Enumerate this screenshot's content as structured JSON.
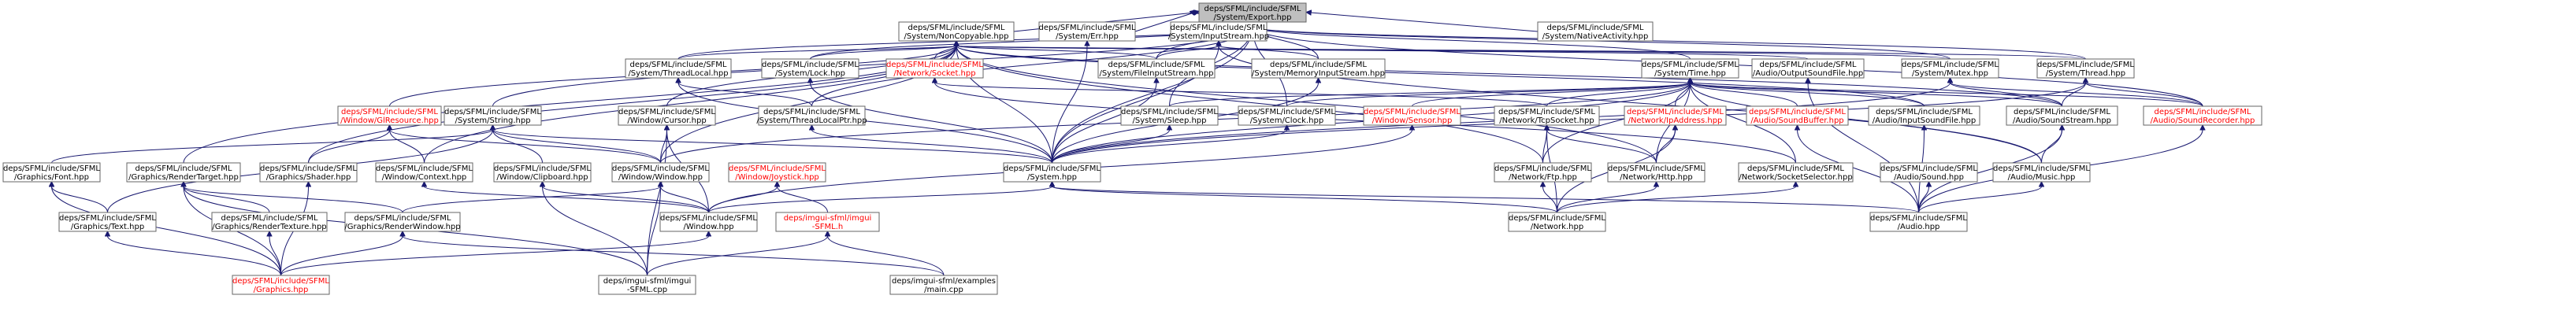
{
  "nodes": [
    {
      "id": "export",
      "lines": [
        "deps/SFML/include/SFML",
        "/System/Export.hpp"
      ],
      "root": true
    },
    {
      "id": "noncopyable",
      "lines": [
        "deps/SFML/include/SFML",
        "/System/NonCopyable.hpp"
      ]
    },
    {
      "id": "err",
      "lines": [
        "deps/SFML/include/SFML",
        "/System/Err.hpp"
      ]
    },
    {
      "id": "inputstream",
      "lines": [
        "deps/SFML/include/SFML",
        "/System/InputStream.hpp"
      ]
    },
    {
      "id": "nativeactivity",
      "lines": [
        "deps/SFML/include/SFML",
        "/System/NativeActivity.hpp"
      ]
    },
    {
      "id": "threadlocal",
      "lines": [
        "deps/SFML/include/SFML",
        "/System/ThreadLocal.hpp"
      ]
    },
    {
      "id": "lock",
      "lines": [
        "deps/SFML/include/SFML",
        "/System/Lock.hpp"
      ]
    },
    {
      "id": "network_socket",
      "lines": [
        "deps/SFML/include/SFML",
        "/Network/Socket.hpp"
      ],
      "red": true
    },
    {
      "id": "fileinputstream",
      "lines": [
        "deps/SFML/include/SFML",
        "/System/FileInputStream.hpp"
      ]
    },
    {
      "id": "memoryinputstream",
      "lines": [
        "deps/SFML/include/SFML",
        "/System/MemoryInputStream.hpp"
      ]
    },
    {
      "id": "time",
      "lines": [
        "deps/SFML/include/SFML",
        "/System/Time.hpp"
      ]
    },
    {
      "id": "outputsoundfile",
      "lines": [
        "deps/SFML/include/SFML",
        "/Audio/OutputSoundFile.hpp"
      ]
    },
    {
      "id": "mutex",
      "lines": [
        "deps/SFML/include/SFML",
        "/System/Mutex.hpp"
      ]
    },
    {
      "id": "thread",
      "lines": [
        "deps/SFML/include/SFML",
        "/System/Thread.hpp"
      ]
    },
    {
      "id": "glresource",
      "lines": [
        "deps/SFML/include/SFML",
        "/Window/GlResource.hpp"
      ],
      "red": true
    },
    {
      "id": "string",
      "lines": [
        "deps/SFML/include/SFML",
        "/System/String.hpp"
      ]
    },
    {
      "id": "cursor",
      "lines": [
        "deps/SFML/include/SFML",
        "/Window/Cursor.hpp"
      ]
    },
    {
      "id": "threadlocalptr",
      "lines": [
        "deps/SFML/include/SFML",
        "/System/ThreadLocalPtr.hpp"
      ]
    },
    {
      "id": "sleep",
      "lines": [
        "deps/SFML/include/SFML",
        "/System/Sleep.hpp"
      ]
    },
    {
      "id": "clock",
      "lines": [
        "deps/SFML/include/SFML",
        "/System/Clock.hpp"
      ]
    },
    {
      "id": "sensor",
      "lines": [
        "deps/SFML/include/SFML",
        "/Window/Sensor.hpp"
      ],
      "red": true
    },
    {
      "id": "tcpsocket",
      "lines": [
        "deps/SFML/include/SFML",
        "/Network/TcpSocket.hpp"
      ]
    },
    {
      "id": "ipaddress",
      "lines": [
        "deps/SFML/include/SFML",
        "/Network/IpAddress.hpp"
      ],
      "red": true
    },
    {
      "id": "soundbuffer",
      "lines": [
        "deps/SFML/include/SFML",
        "/Audio/SoundBuffer.hpp"
      ],
      "red": true
    },
    {
      "id": "inputsoundfile",
      "lines": [
        "deps/SFML/include/SFML",
        "/Audio/InputSoundFile.hpp"
      ]
    },
    {
      "id": "soundstream",
      "lines": [
        "deps/SFML/include/SFML",
        "/Audio/SoundStream.hpp"
      ]
    },
    {
      "id": "soundrecorder",
      "lines": [
        "deps/SFML/include/SFML",
        "/Audio/SoundRecorder.hpp"
      ],
      "red": true
    },
    {
      "id": "font",
      "lines": [
        "deps/SFML/include/SFML",
        "/Graphics/Font.hpp"
      ]
    },
    {
      "id": "rendertarget",
      "lines": [
        "deps/SFML/include/SFML",
        "/Graphics/RenderTarget.hpp"
      ]
    },
    {
      "id": "shader",
      "lines": [
        "deps/SFML/include/SFML",
        "/Graphics/Shader.hpp"
      ]
    },
    {
      "id": "context",
      "lines": [
        "deps/SFML/include/SFML",
        "/Window/Context.hpp"
      ]
    },
    {
      "id": "clipboard",
      "lines": [
        "deps/SFML/include/SFML",
        "/Window/Clipboard.hpp"
      ]
    },
    {
      "id": "window_window",
      "lines": [
        "deps/SFML/include/SFML",
        "/Window/Window.hpp"
      ]
    },
    {
      "id": "joystick",
      "lines": [
        "deps/SFML/include/SFML",
        "/Window/Joystick.hpp"
      ],
      "red": true
    },
    {
      "id": "system",
      "lines": [
        "deps/SFML/include/SFML",
        "/System.hpp"
      ]
    },
    {
      "id": "ftp",
      "lines": [
        "deps/SFML/include/SFML",
        "/Network/Ftp.hpp"
      ]
    },
    {
      "id": "http",
      "lines": [
        "deps/SFML/include/SFML",
        "/Network/Http.hpp"
      ]
    },
    {
      "id": "socketselector",
      "lines": [
        "deps/SFML/include/SFML",
        "/Network/SocketSelector.hpp"
      ]
    },
    {
      "id": "sound",
      "lines": [
        "deps/SFML/include/SFML",
        "/Audio/Sound.hpp"
      ]
    },
    {
      "id": "music",
      "lines": [
        "deps/SFML/include/SFML",
        "/Audio/Music.hpp"
      ]
    },
    {
      "id": "text",
      "lines": [
        "deps/SFML/include/SFML",
        "/Graphics/Text.hpp"
      ]
    },
    {
      "id": "rendertexture",
      "lines": [
        "deps/SFML/include/SFML",
        "/Graphics/RenderTexture.hpp"
      ]
    },
    {
      "id": "renderwindow",
      "lines": [
        "deps/SFML/include/SFML",
        "/Graphics/RenderWindow.hpp"
      ]
    },
    {
      "id": "window",
      "lines": [
        "deps/SFML/include/SFML",
        "/Window.hpp"
      ]
    },
    {
      "id": "imgui_sfml_h",
      "lines": [
        "deps/imgui-sfml/imgui",
        "-SFML.h"
      ],
      "red": true
    },
    {
      "id": "network",
      "lines": [
        "deps/SFML/include/SFML",
        "/Network.hpp"
      ]
    },
    {
      "id": "audio",
      "lines": [
        "deps/SFML/include/SFML",
        "/Audio.hpp"
      ]
    },
    {
      "id": "graphics",
      "lines": [
        "deps/SFML/include/SFML",
        "/Graphics.hpp"
      ],
      "red": true
    },
    {
      "id": "imgui_sfml_cpp",
      "lines": [
        "deps/imgui-sfml/imgui",
        "-SFML.cpp"
      ]
    },
    {
      "id": "main_cpp",
      "lines": [
        "deps/imgui-sfml/examples",
        "/main.cpp"
      ]
    }
  ],
  "edges": [
    [
      "noncopyable",
      "export"
    ],
    [
      "err",
      "export"
    ],
    [
      "inputstream",
      "export"
    ],
    [
      "nativeactivity",
      "export"
    ],
    [
      "threadlocal",
      "export"
    ],
    [
      "lock",
      "export"
    ],
    [
      "fileinputstream",
      "export"
    ],
    [
      "memoryinputstream",
      "export"
    ],
    [
      "time",
      "export"
    ],
    [
      "mutex",
      "export"
    ],
    [
      "thread",
      "export"
    ],
    [
      "string",
      "export"
    ],
    [
      "sleep",
      "export"
    ],
    [
      "clock",
      "export"
    ],
    [
      "threadlocalptr",
      "export"
    ],
    [
      "system",
      "export"
    ],
    [
      "soundrecorder",
      "export"
    ],
    [
      "threadlocal",
      "noncopyable"
    ],
    [
      "lock",
      "noncopyable"
    ],
    [
      "network_socket",
      "noncopyable"
    ],
    [
      "fileinputstream",
      "noncopyable"
    ],
    [
      "mutex",
      "noncopyable"
    ],
    [
      "thread",
      "noncopyable"
    ],
    [
      "glresource",
      "noncopyable"
    ],
    [
      "cursor",
      "noncopyable"
    ],
    [
      "rendertarget",
      "noncopyable"
    ],
    [
      "shader",
      "noncopyable"
    ],
    [
      "context",
      "noncopyable"
    ],
    [
      "window_window",
      "noncopyable"
    ],
    [
      "system",
      "noncopyable"
    ],
    [
      "soundstream",
      "noncopyable"
    ],
    [
      "inputsoundfile",
      "noncopyable"
    ],
    [
      "outputsoundfile",
      "noncopyable"
    ],
    [
      "ftp",
      "noncopyable"
    ],
    [
      "http",
      "noncopyable"
    ],
    [
      "system",
      "err"
    ],
    [
      "fileinputstream",
      "inputstream"
    ],
    [
      "memoryinputstream",
      "inputstream"
    ],
    [
      "system",
      "inputstream"
    ],
    [
      "music",
      "inputstream"
    ],
    [
      "system",
      "threadlocal"
    ],
    [
      "threadlocalptr",
      "threadlocal"
    ],
    [
      "system",
      "lock"
    ],
    [
      "tcpsocket",
      "network_socket"
    ],
    [
      "socketselector",
      "network_socket"
    ],
    [
      "system",
      "fileinputstream"
    ],
    [
      "system",
      "memoryinputstream"
    ],
    [
      "sleep",
      "time"
    ],
    [
      "clock",
      "time"
    ],
    [
      "sensor",
      "time"
    ],
    [
      "tcpsocket",
      "time"
    ],
    [
      "ipaddress",
      "time"
    ],
    [
      "soundbuffer",
      "time"
    ],
    [
      "inputsoundfile",
      "time"
    ],
    [
      "soundstream",
      "time"
    ],
    [
      "soundrecorder",
      "time"
    ],
    [
      "system",
      "time"
    ],
    [
      "ftp",
      "time"
    ],
    [
      "http",
      "time"
    ],
    [
      "socketselector",
      "time"
    ],
    [
      "music",
      "time"
    ],
    [
      "window_window",
      "time"
    ],
    [
      "audio",
      "outputsoundfile"
    ],
    [
      "system",
      "mutex"
    ],
    [
      "soundstream",
      "mutex"
    ],
    [
      "soundrecorder",
      "mutex"
    ],
    [
      "system",
      "thread"
    ],
    [
      "soundstream",
      "thread"
    ],
    [
      "soundrecorder",
      "thread"
    ],
    [
      "context",
      "glresource"
    ],
    [
      "shader",
      "glresource"
    ],
    [
      "window_window",
      "glresource"
    ],
    [
      "system",
      "string"
    ],
    [
      "font",
      "string"
    ],
    [
      "clipboard",
      "string"
    ],
    [
      "window_window",
      "string"
    ],
    [
      "text",
      "string"
    ],
    [
      "window",
      "cursor"
    ],
    [
      "window_window",
      "cursor"
    ],
    [
      "imgui_sfml_cpp",
      "cursor"
    ],
    [
      "system",
      "threadlocalptr"
    ],
    [
      "system",
      "sleep"
    ],
    [
      "system",
      "clock"
    ],
    [
      "window",
      "sensor"
    ],
    [
      "ftp",
      "tcpsocket"
    ],
    [
      "http",
      "tcpsocket"
    ],
    [
      "network",
      "tcpsocket"
    ],
    [
      "http",
      "ipaddress"
    ],
    [
      "network",
      "ipaddress"
    ],
    [
      "audio",
      "soundbuffer"
    ],
    [
      "audio",
      "inputsoundfile"
    ],
    [
      "music",
      "soundstream"
    ],
    [
      "audio",
      "soundstream"
    ],
    [
      "audio",
      "soundrecorder"
    ],
    [
      "text",
      "font"
    ],
    [
      "graphics",
      "font"
    ],
    [
      "renderwindow",
      "rendertarget"
    ],
    [
      "rendertexture",
      "rendertarget"
    ],
    [
      "graphics",
      "rendertarget"
    ],
    [
      "imgui_sfml_cpp",
      "rendertarget"
    ],
    [
      "graphics",
      "shader"
    ],
    [
      "window",
      "context"
    ],
    [
      "window",
      "clipboard"
    ],
    [
      "imgui_sfml_cpp",
      "clipboard"
    ],
    [
      "renderwindow",
      "window_window"
    ],
    [
      "window",
      "window_window"
    ],
    [
      "imgui_sfml_cpp",
      "window_window"
    ],
    [
      "window",
      "joystick"
    ],
    [
      "imgui_sfml_h",
      "joystick"
    ],
    [
      "window",
      "system"
    ],
    [
      "network",
      "system"
    ],
    [
      "audio",
      "system"
    ],
    [
      "network",
      "ftp"
    ],
    [
      "network",
      "http"
    ],
    [
      "network",
      "socketselector"
    ],
    [
      "audio",
      "sound"
    ],
    [
      "audio",
      "music"
    ],
    [
      "graphics",
      "text"
    ],
    [
      "graphics",
      "rendertexture"
    ],
    [
      "graphics",
      "renderwindow"
    ],
    [
      "main_cpp",
      "renderwindow"
    ],
    [
      "graphics",
      "window"
    ],
    [
      "imgui_sfml_cpp",
      "imgui_sfml_h"
    ],
    [
      "main_cpp",
      "imgui_sfml_h"
    ]
  ]
}
